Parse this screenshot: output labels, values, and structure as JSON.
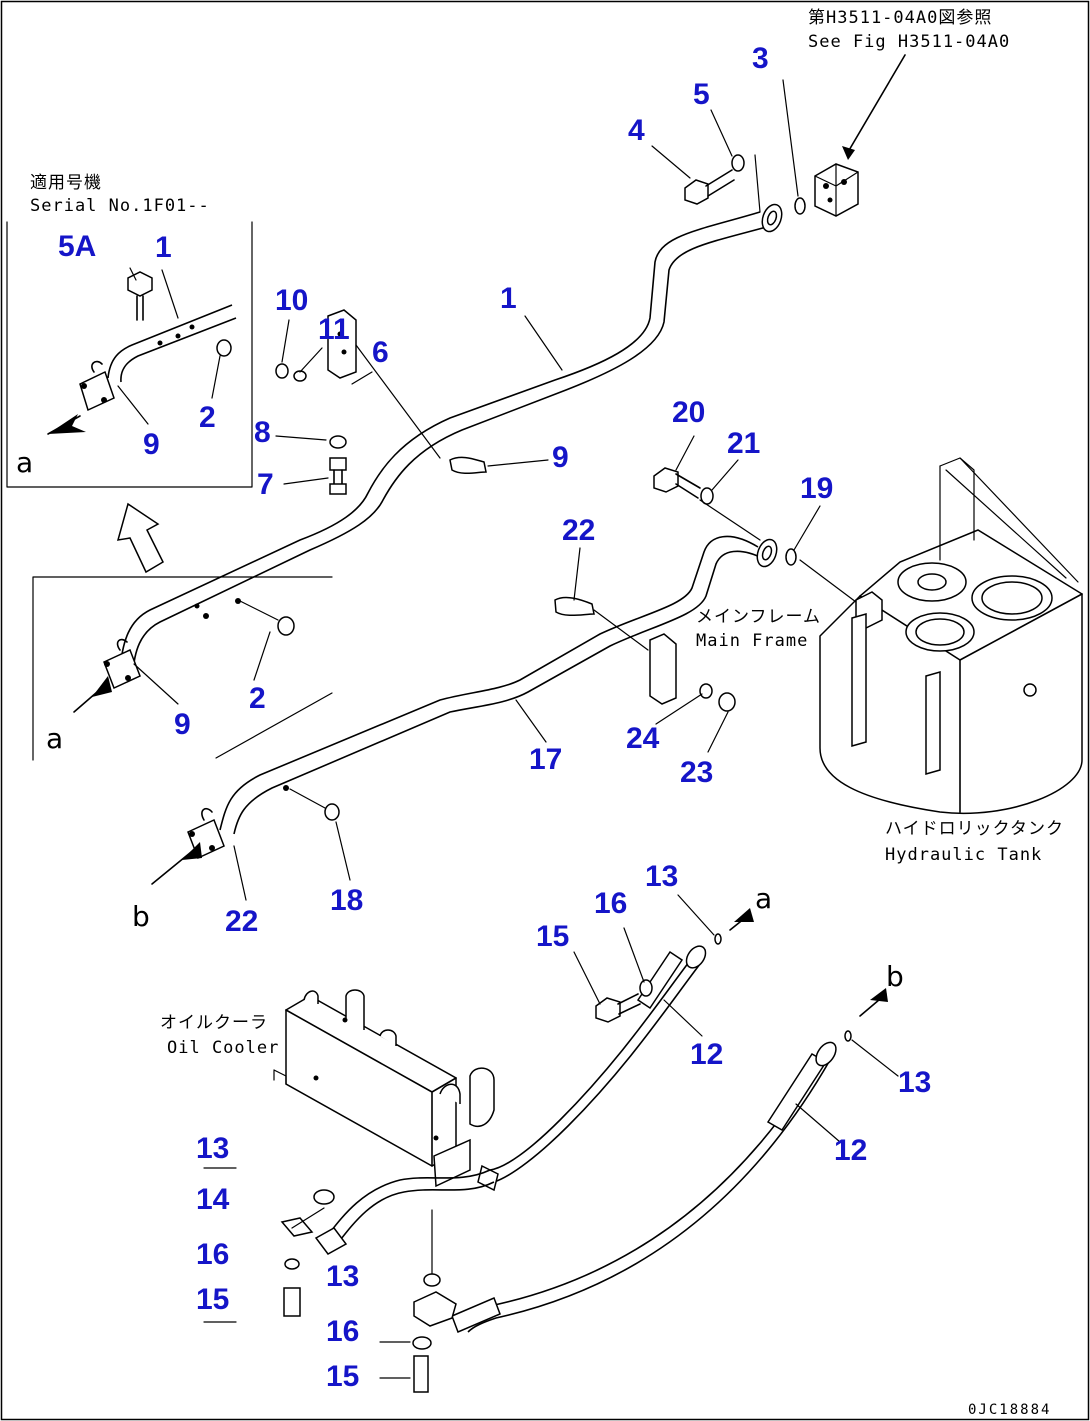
{
  "notes": {
    "ref_jp": "第H3511-04A0図参照",
    "ref_en": "See Fig H3511-04A0",
    "serial_jp": "適用号機",
    "serial_en": "Serial No.1F01--",
    "main_frame_jp": "メインフレーム",
    "main_frame_en": "Main Frame",
    "tank_jp": "ハイドロリックタンク",
    "tank_en": "Hydraulic Tank",
    "cooler_jp": "オイルクーラ",
    "cooler_en": "Oil Cooler"
  },
  "letters": {
    "a": "a",
    "b": "b"
  },
  "figure_number": "0JC18884",
  "callouts": [
    {
      "id": "c-1-main",
      "label": "1"
    },
    {
      "id": "c-1-inset",
      "label": "1"
    },
    {
      "id": "c-2-inset",
      "label": "2"
    },
    {
      "id": "c-2-main",
      "label": "2"
    },
    {
      "id": "c-3",
      "label": "3"
    },
    {
      "id": "c-4",
      "label": "4"
    },
    {
      "id": "c-5",
      "label": "5"
    },
    {
      "id": "c-5a",
      "label": "5A"
    },
    {
      "id": "c-6",
      "label": "6"
    },
    {
      "id": "c-7",
      "label": "7"
    },
    {
      "id": "c-8",
      "label": "8"
    },
    {
      "id": "c-9-inset",
      "label": "9"
    },
    {
      "id": "c-9-clamp",
      "label": "9"
    },
    {
      "id": "c-9-main",
      "label": "9"
    },
    {
      "id": "c-10",
      "label": "10"
    },
    {
      "id": "c-11",
      "label": "11"
    },
    {
      "id": "c-12-upper",
      "label": "12"
    },
    {
      "id": "c-12-lower",
      "label": "12"
    },
    {
      "id": "c-13-upper",
      "label": "13"
    },
    {
      "id": "c-13-right",
      "label": "13"
    },
    {
      "id": "c-13-left-top",
      "label": "13"
    },
    {
      "id": "c-13-left-mid",
      "label": "13"
    },
    {
      "id": "c-14",
      "label": "14"
    },
    {
      "id": "c-15-upper",
      "label": "15"
    },
    {
      "id": "c-15-left",
      "label": "15"
    },
    {
      "id": "c-15-bottom",
      "label": "15"
    },
    {
      "id": "c-16-upper",
      "label": "16"
    },
    {
      "id": "c-16-left",
      "label": "16"
    },
    {
      "id": "c-16-bottom",
      "label": "16"
    },
    {
      "id": "c-17",
      "label": "17"
    },
    {
      "id": "c-18",
      "label": "18"
    },
    {
      "id": "c-19",
      "label": "19"
    },
    {
      "id": "c-20",
      "label": "20"
    },
    {
      "id": "c-21",
      "label": "21"
    },
    {
      "id": "c-22-clamp",
      "label": "22"
    },
    {
      "id": "c-22-flange",
      "label": "22"
    },
    {
      "id": "c-23",
      "label": "23"
    },
    {
      "id": "c-24",
      "label": "24"
    }
  ]
}
